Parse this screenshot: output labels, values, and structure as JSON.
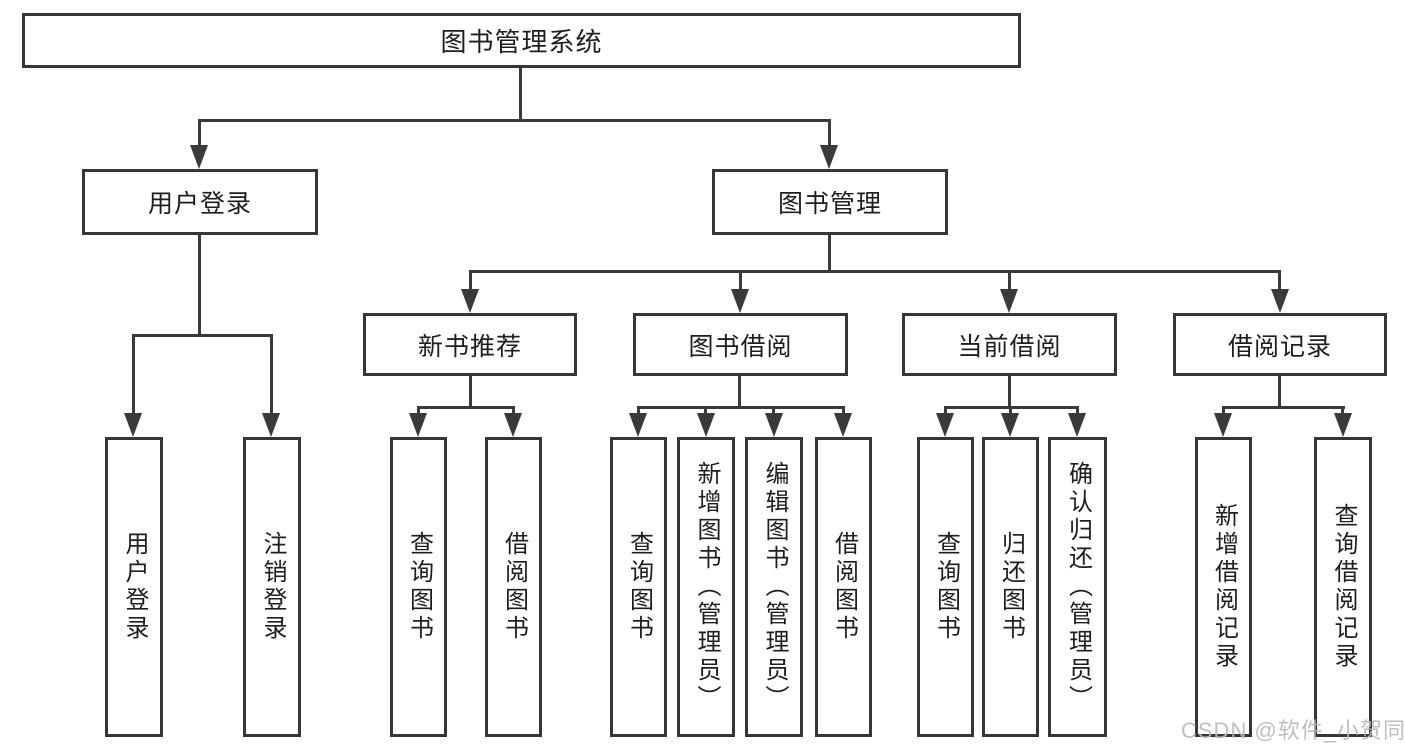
{
  "diagram": {
    "title": "图书管理系统",
    "line_color": "#3a3a3a",
    "box_border_color": "#363636",
    "text_color": "#1e1e1e",
    "level2": [
      {
        "label": "用户登录"
      },
      {
        "label": "图书管理"
      }
    ],
    "level3": [
      {
        "label": "新书推荐",
        "parent": "图书管理"
      },
      {
        "label": "图书借阅",
        "parent": "图书管理"
      },
      {
        "label": "当前借阅",
        "parent": "图书管理"
      },
      {
        "label": "借阅记录",
        "parent": "图书管理"
      }
    ],
    "leaves": [
      {
        "label": "用户登录",
        "parent": "用户登录"
      },
      {
        "label": "注销登录",
        "parent": "用户登录"
      },
      {
        "label": "查询图书",
        "parent": "新书推荐"
      },
      {
        "label": "借阅图书",
        "parent": "新书推荐"
      },
      {
        "label": "查询图书",
        "parent": "图书借阅"
      },
      {
        "label": "新增图书（管理员）",
        "parent": "图书借阅"
      },
      {
        "label": "编辑图书（管理员）",
        "parent": "图书借阅"
      },
      {
        "label": "借阅图书",
        "parent": "图书借阅"
      },
      {
        "label": "查询图书",
        "parent": "当前借阅"
      },
      {
        "label": "归还图书",
        "parent": "当前借阅"
      },
      {
        "label": "确认归还（管理员）",
        "parent": "当前借阅"
      },
      {
        "label": "新增借阅记录",
        "parent": "借阅记录"
      },
      {
        "label": "查询借阅记录",
        "parent": "借阅记录"
      }
    ]
  },
  "watermark": {
    "text": "CSDN @软件_小贺同学",
    "color": "#b9b9b9"
  }
}
